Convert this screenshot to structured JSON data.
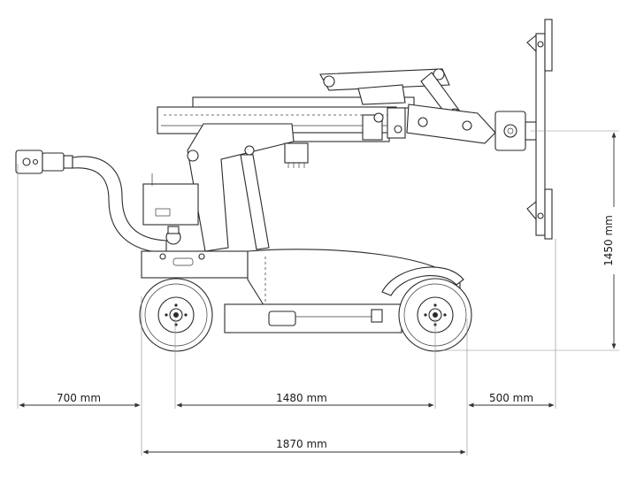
{
  "dimensions": {
    "rear_overhang": "700 mm",
    "wheelbase": "1480 mm",
    "front_overhang": "500 mm",
    "total_length": "1870 mm",
    "lifting_height": "1450 mm"
  }
}
